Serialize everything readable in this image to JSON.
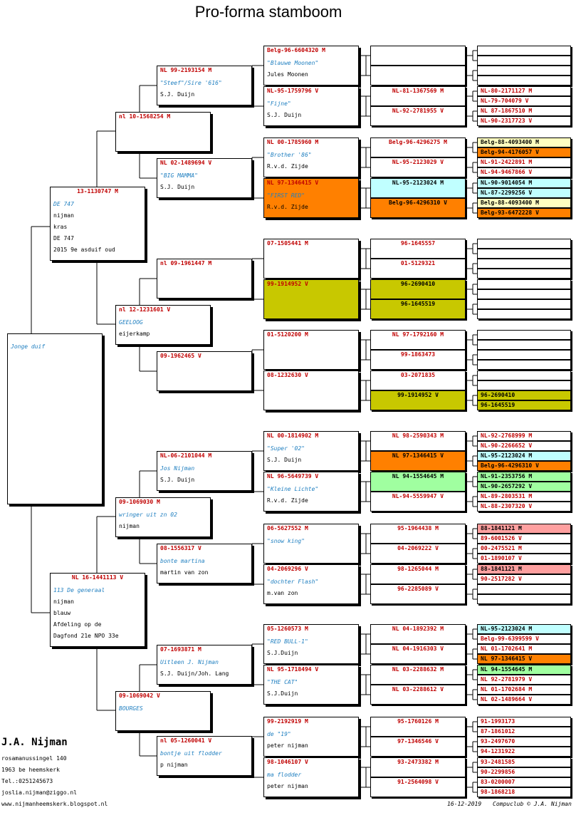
{
  "page": {
    "title": "Pro-forma stamboom",
    "owner": {
      "name": "J.A. Nijman",
      "address": "rosamanussingel 140",
      "city": "1963 be  heemskerk",
      "phone": "Tel.:0251245673",
      "email": "joslia.nijman@ziggo.nl",
      "website": "www.nijmanheemskerk.blogspot.nl"
    },
    "date": "16-12-2019",
    "copyright": "Compuclub © J.A. Nijman"
  },
  "subject": {
    "ring": "",
    "name": "Jonge duif"
  },
  "parents": [
    {
      "ring": "13-1130747 M",
      "name": "DE 747",
      "lines": [
        "nijman",
        "kras",
        "DE 747",
        "2015 9e asduif oud"
      ]
    },
    {
      "ring": "NL  16-1441113 V",
      "name": "113 De generaal",
      "lines": [
        "nijman",
        "blauw",
        "Afdeling op de",
        "Dagfond 21e NPO 33e"
      ]
    }
  ],
  "grandparents": [
    {
      "ring": "nl  10-1568254 M",
      "name": "",
      "lines": []
    },
    {
      "ring": "nl  12-1231601 V",
      "name": "GEELOOG",
      "lines": [
        "eijerkamp"
      ]
    },
    {
      "ring": "09-1069030 M",
      "name": "wringer uit zn 02",
      "lines": [
        "nijman"
      ]
    },
    {
      "ring": "09-1069042 V",
      "name": "BOURGES",
      "lines": []
    }
  ],
  "gen3": [
    {
      "ring": "NL  99-2193154 M",
      "name": "\"Steef\"/Sire  '616\"",
      "lines": [
        "S.J. Duijn"
      ]
    },
    {
      "ring": "NL  02-1489694 V",
      "name": "\"BIG MAMMA\"",
      "lines": [
        "S.J. Duijn"
      ]
    },
    {
      "ring": "nl  09-1961447 M",
      "name": "",
      "lines": []
    },
    {
      "ring": "09-1962465 V",
      "name": "",
      "lines": []
    },
    {
      "ring": "NL-06-2101044 M",
      "name": "Jos Nijman",
      "lines": [
        "S.J. Duijn"
      ]
    },
    {
      "ring": "08-1556317 V",
      "name": "bonte martina",
      "lines": [
        "martin van zon"
      ]
    },
    {
      "ring": "07-1693871 M",
      "name": "Uitleen J. Nijman",
      "lines": [
        "S.J. Duijn/Joh. Lang"
      ]
    },
    {
      "ring": "nl  05-1260041 V",
      "name": "bontje uit flodder",
      "lines": [
        "p nijman"
      ]
    }
  ],
  "gen4": [
    {
      "ring": "Belg-96-6604320 M",
      "name": "\"Blauwe Moonen\"",
      "lines": [
        "Jules Moonen"
      ]
    },
    {
      "ring": "NL-95-1759796 V",
      "name": "\"Fijne\"",
      "lines": [
        "S.J. Duijn"
      ]
    },
    {
      "ring": "NL  00-1785960 M",
      "name": "\"Brother '86\"",
      "lines": [
        "R.v.d. Zijde"
      ]
    },
    {
      "ring": "NL  97-1346415 V",
      "name": "\"FIRST RED\"",
      "lines": [
        "R.v.d. Zijde"
      ]
    },
    {
      "ring": "07-1505441 M",
      "name": "",
      "lines": []
    },
    {
      "ring": "99-1914952 V",
      "name": "",
      "lines": []
    },
    {
      "ring": "01-5120200 M",
      "name": "",
      "lines": []
    },
    {
      "ring": "08-1232630 V",
      "name": "",
      "lines": []
    },
    {
      "ring": "NL  00-1814902 M",
      "name": "\"Super '02\"",
      "lines": [
        "S.J. Duijn"
      ]
    },
    {
      "ring": "NL  96-5649739 V",
      "name": "\"Kleine Lichte\"",
      "lines": [
        "R.v.d. Zijde"
      ]
    },
    {
      "ring": "06-5627552 M",
      "name": "\"snow king\"",
      "lines": []
    },
    {
      "ring": "04-2069296 V",
      "name": "\"dochter Flash\"",
      "lines": [
        "m.van zon"
      ]
    },
    {
      "ring": "05-1260573 M",
      "name": "\"RED BULL-1\"",
      "lines": [
        "S.J.Duijn"
      ]
    },
    {
      "ring": "NL  95-1718494 V",
      "name": "\"THE CAT\"",
      "lines": [
        "S.J.Duijn"
      ]
    },
    {
      "ring": "99-2192919 M",
      "name": "de \"19\"",
      "lines": [
        "peter nijman"
      ]
    },
    {
      "ring": "98-1046107 V",
      "name": "ma flodder",
      "lines": [
        "peter nijman"
      ]
    }
  ],
  "gen5": [
    "",
    "",
    "NL-81-1367569 M",
    "NL-92-2781955 V",
    "Belg-96-4296275 M",
    "NL-95-2123029 V",
    "NL-95-2123024 M",
    "Belg-96-4296310 V",
    "96-1645557",
    "01-5129321",
    "96-2690410",
    "96-1645519",
    "NL  97-1792160 M",
    "99-1863473",
    "03-2071835",
    "99-1914952 V",
    "NL  98-2590343 M",
    "NL  97-1346415 V",
    "NL  94-1554645 M",
    "NL-94-5559947 V",
    "95-1964438 M",
    "04-2069222 V",
    "98-1265044 M",
    "96-2285089 V",
    "NL  04-1892392 M",
    "NL  04-1916303 V",
    "NL  03-2288632 M",
    "NL  03-2288612 V",
    "95-1760126 M",
    "97-1346546 V",
    "93-2473382 M",
    "91-2564098 V"
  ],
  "gen6": [
    "",
    "",
    "",
    "",
    "NL-80-2171127 M",
    "NL-79-704079 V",
    "NL  87-1867510 M",
    "NL-90-2317723 V",
    "Belg-88-4093400 M",
    "Belg-94-4176057 V",
    "NL-91-2422891 M",
    "NL-94-9467866 V",
    "NL-90-9014054 M",
    "NL-87-2299256 V",
    "Belg-88-4093400 M",
    "Belg-93-6472228 V",
    "",
    "",
    "",
    "",
    "",
    "",
    "",
    "",
    "",
    "",
    "",
    "",
    "",
    "",
    "96-2690410",
    "96-1645519",
    "NL-92-2768999 M",
    "NL-90-2266652 V",
    "NL-95-2123024 M",
    "Belg-96-4296310 V",
    "NL-91-2353756 M",
    "NL-90-2657292 V",
    "NL-89-2803531 M",
    "NL-88-2307320 V",
    "88-1841121 M",
    "89-6001526 V",
    "00-2475521 M",
    "01-1890107 V",
    "88-1841121 M",
    "90-2517282 V",
    "",
    "",
    "NL-95-2123024 M",
    "Belg-99-6399599 V",
    "NL  01-1702641 M",
    "NL  97-1346415 V",
    "NL  94-1554645 M",
    "NL  92-2781979 V",
    "NL  01-1702684 M",
    "NL  02-1489664 V",
    "91-1993173",
    "87-1861012",
    "93-2497670",
    "94-1231922",
    "93-2481585",
    "90-2299856",
    "83-0200007",
    "98-1868218"
  ],
  "colors": {
    "orange": "#ff8000",
    "olive": "#c8c800",
    "cyan": "#c0ffff",
    "yellow": "#ffffc0",
    "green": "#a0ffa0",
    "pink": "#ffa0a0",
    "ring_red": "#c00000",
    "name_blue": "#1f7fc0"
  },
  "highlights": {
    "gen4": {
      "3": "orange",
      "5": "olive"
    },
    "gen5": {
      "6": "cyan",
      "7": "orange",
      "10": "olive",
      "11": "olive",
      "15": "olive",
      "17": "orange",
      "18": "green"
    },
    "gen6": {
      "8": "yellow",
      "9": "orange",
      "12": "cyan",
      "13": "cyan",
      "14": "yellow",
      "15": "orange",
      "30": "olive",
      "31": "olive",
      "34": "cyan",
      "35": "orange",
      "36": "green",
      "37": "green",
      "40": "pink",
      "44": "pink",
      "48": "cyan",
      "51": "orange",
      "52": "green"
    }
  }
}
